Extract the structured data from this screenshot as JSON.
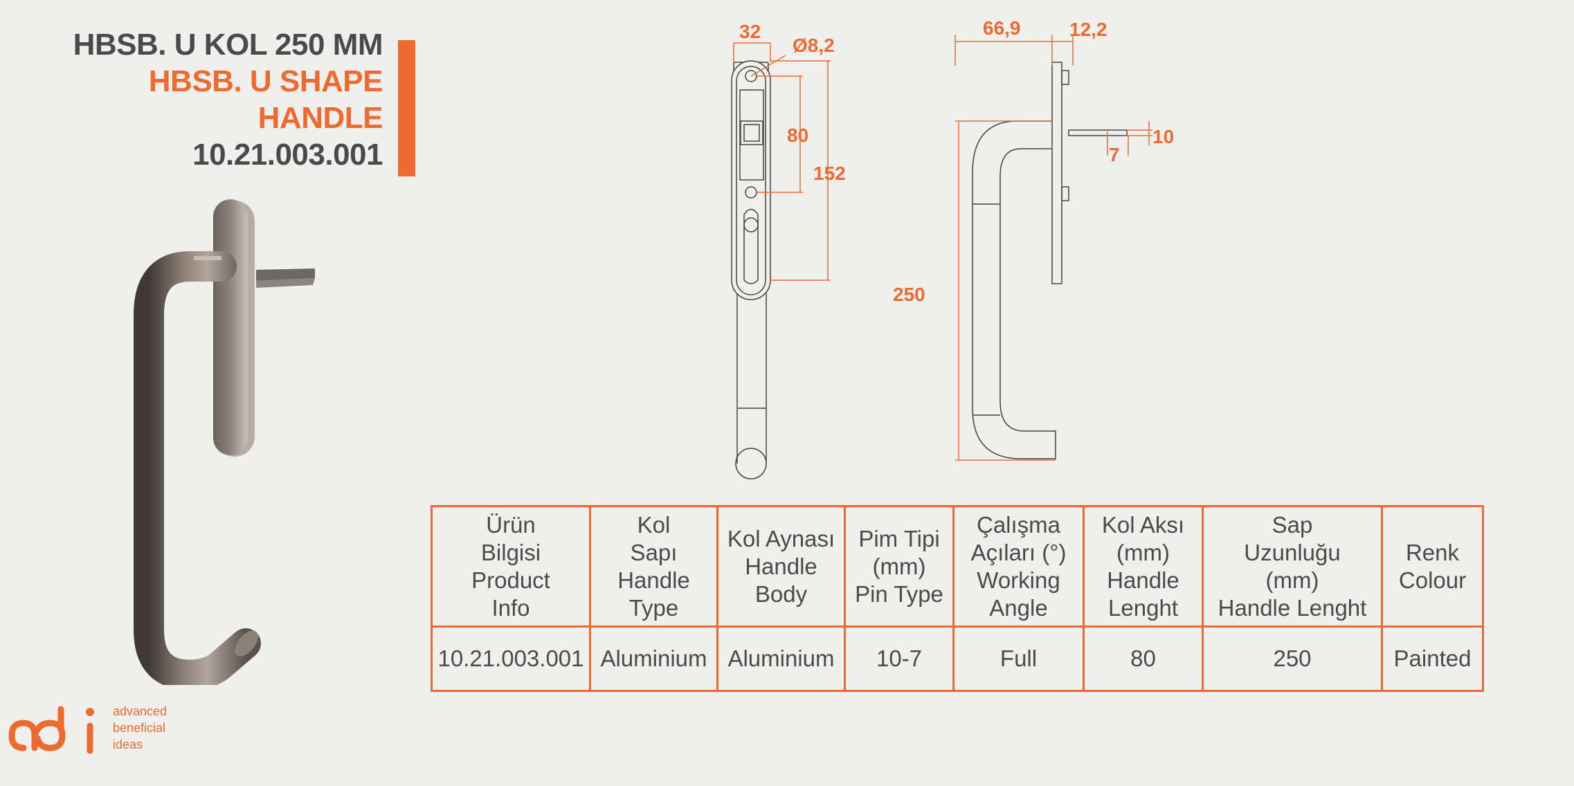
{
  "title": {
    "line1": "HBSB. U KOL 250 MM",
    "line2": "HBSB. U SHAPE",
    "line3": "HANDLE",
    "code": "10.21.003.001"
  },
  "colors": {
    "accent": "#ee6a2f",
    "text": "#4a4a4c",
    "background": "#eff0ee"
  },
  "drawing": {
    "dims": {
      "width_32": "32",
      "hole": "Ø8,2",
      "spacing_80": "80",
      "height_152": "152",
      "depth_669": "66,9",
      "plate_122": "12,2",
      "pin_10": "10",
      "pin_7": "7",
      "length_250": "250"
    }
  },
  "table": {
    "headers": [
      [
        "Ürün",
        "Bilgisi",
        "Product",
        "Info"
      ],
      [
        "Kol",
        "Sapı",
        "Handle",
        "Type"
      ],
      [
        "Kol Aynası",
        "Handle",
        "Body"
      ],
      [
        "Pim Tipi",
        "(mm)",
        "Pin Type"
      ],
      [
        "Çalışma",
        "Açıları (°)",
        "Working",
        "Angle"
      ],
      [
        "Kol Aksı",
        "(mm)",
        "Handle",
        "Lenght"
      ],
      [
        "Sap",
        "Uzunluğu",
        "(mm)",
        "Handle Lenght"
      ],
      [
        "Renk",
        "Colour"
      ]
    ],
    "row": [
      "10.21.003.001",
      "Aluminium",
      "Aluminium",
      "10-7",
      "Full",
      "80",
      "250",
      "Painted"
    ]
  },
  "logo": {
    "mark": "abi",
    "line1": "advanced",
    "line2": "beneficial",
    "line3": "ideas"
  }
}
